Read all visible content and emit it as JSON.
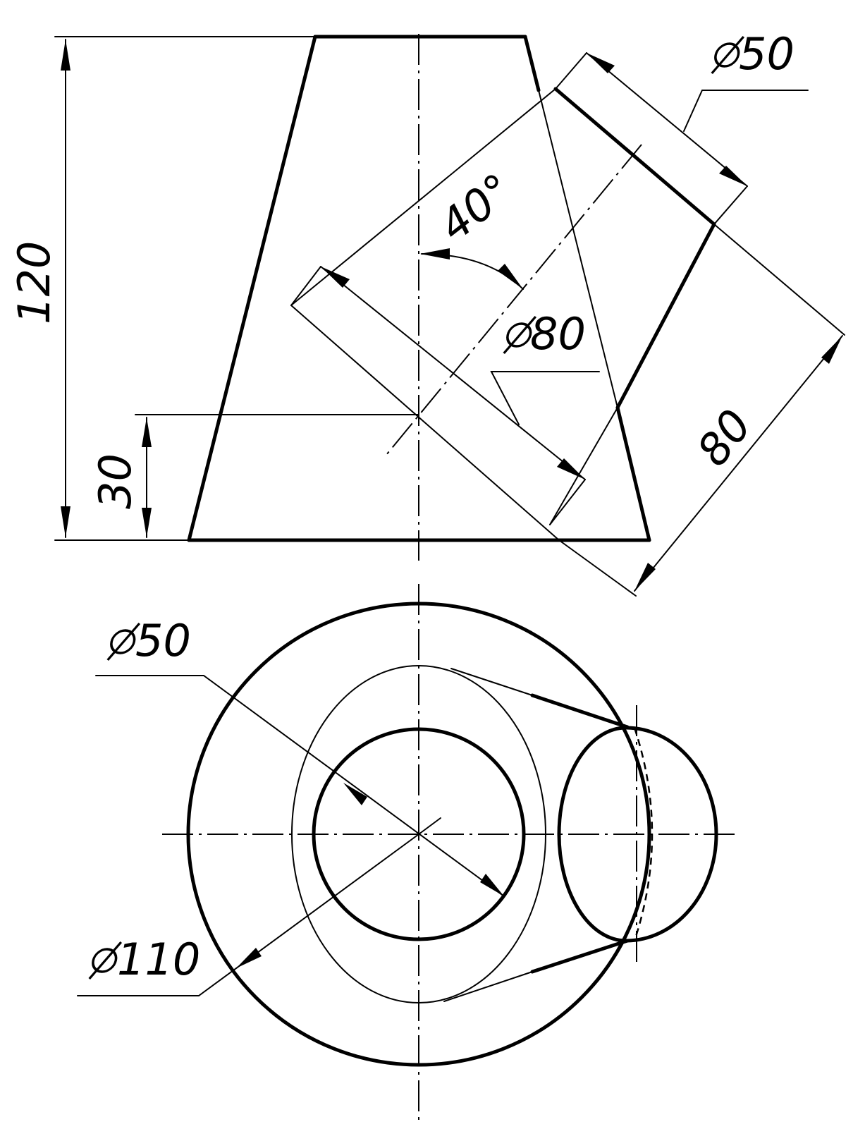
{
  "front_view": {
    "height_total": "120",
    "height_offset": "30",
    "angle": "40°",
    "branch_diameter": "80",
    "top_diameter": "50",
    "branch_length": "80"
  },
  "top_view": {
    "inner_diameter": "50",
    "outer_diameter": "110"
  },
  "colors": {
    "line": "#000000",
    "background": "#ffffff"
  }
}
